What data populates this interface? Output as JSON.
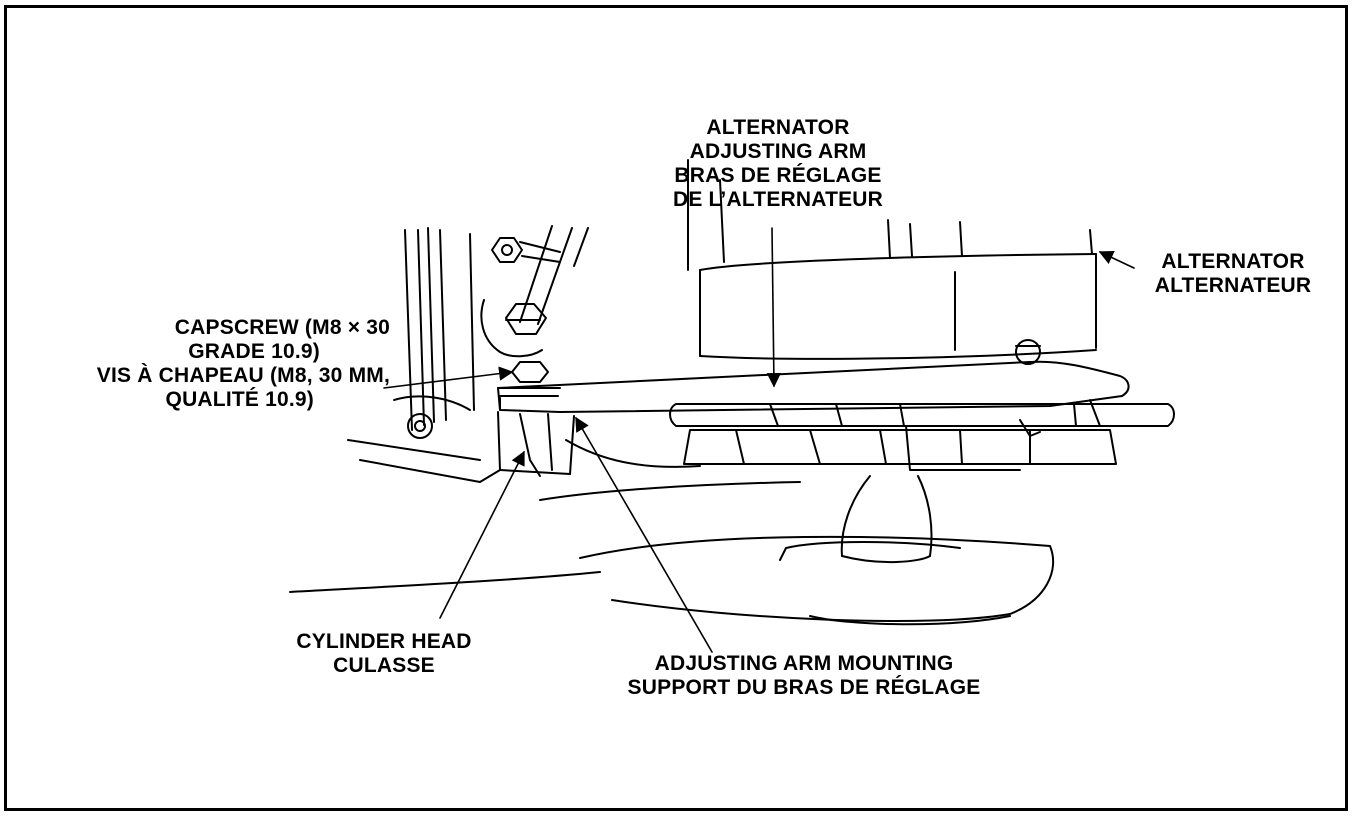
{
  "colors": {
    "ink": "#000000",
    "paper": "#ffffff"
  },
  "labels": {
    "alternator_adjusting_arm": {
      "line1": "ALTERNATOR",
      "line2": "ADJUSTING ARM",
      "line3": "BRAS DE RÉGLAGE",
      "line4": "DE L’ALTERNATEUR"
    },
    "alternator": {
      "line1": "ALTERNATOR",
      "line2": "ALTERNATEUR"
    },
    "capscrew": {
      "line1": "CAPSCREW (M8 × 30",
      "line2": "GRADE 10.9)",
      "line3": "VIS À CHAPEAU (M8, 30 MM,",
      "line4": "QUALITÉ 10.9)"
    },
    "cylinder_head": {
      "line1": "CYLINDER HEAD",
      "line2": "CULASSE"
    },
    "adjusting_arm_mounting": {
      "line1": "ADJUSTING ARM MOUNTING",
      "line2": "SUPPORT DU BRAS DE RÉGLAGE"
    }
  }
}
